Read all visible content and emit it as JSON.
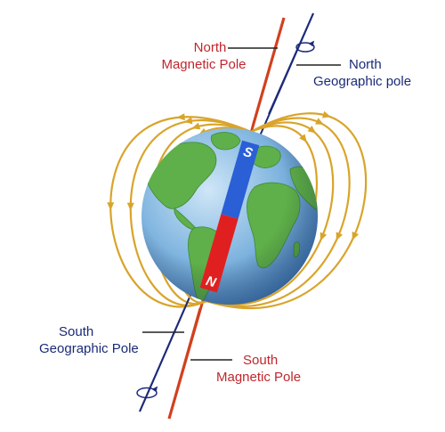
{
  "labels": {
    "north_magnetic": {
      "line1": "North",
      "line2": "Magnetic Pole"
    },
    "north_geographic": {
      "line1": "North",
      "line2": "Geographic pole"
    },
    "south_geographic": {
      "line1": "South",
      "line2": "Geographic Pole"
    },
    "south_magnetic": {
      "line1": "South",
      "line2": "Magnetic Pole"
    }
  },
  "magnet": {
    "top_letter": "S",
    "bottom_letter": "N"
  },
  "colors": {
    "field_lines": "#d9a42a",
    "magnetic_axis": "#d2401e",
    "geographic_axis": "#1c2a7a",
    "magnet_south": "#2a5fd6",
    "magnet_north": "#e02020",
    "ocean": "#6aa3d6",
    "land": "#5fb04a"
  },
  "icons": [
    "rotation-arrow-icon",
    "field-arrow-icon"
  ]
}
